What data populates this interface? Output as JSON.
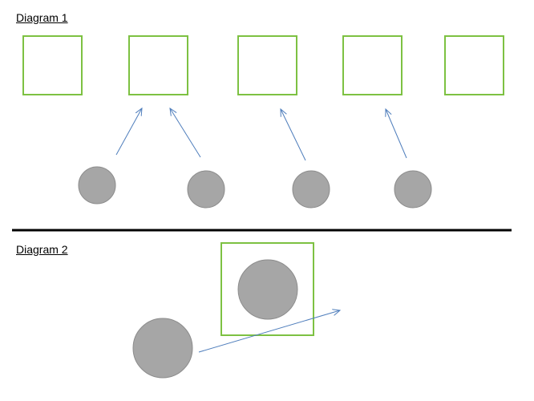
{
  "diagram1": {
    "label": "Diagram 1",
    "square_count": 5,
    "circle_count": 4,
    "arrow_count": 4
  },
  "diagram2": {
    "label": "Diagram 2",
    "square_count": 1,
    "circle_count": 2,
    "arrow_count": 1
  },
  "colors": {
    "square_stroke": "#7dc142",
    "circle_fill": "#a6a6a6",
    "circle_stroke": "#8c8c8c",
    "arrow": "#4f7ebc",
    "divider": "#000000",
    "background": "#ffffff"
  }
}
